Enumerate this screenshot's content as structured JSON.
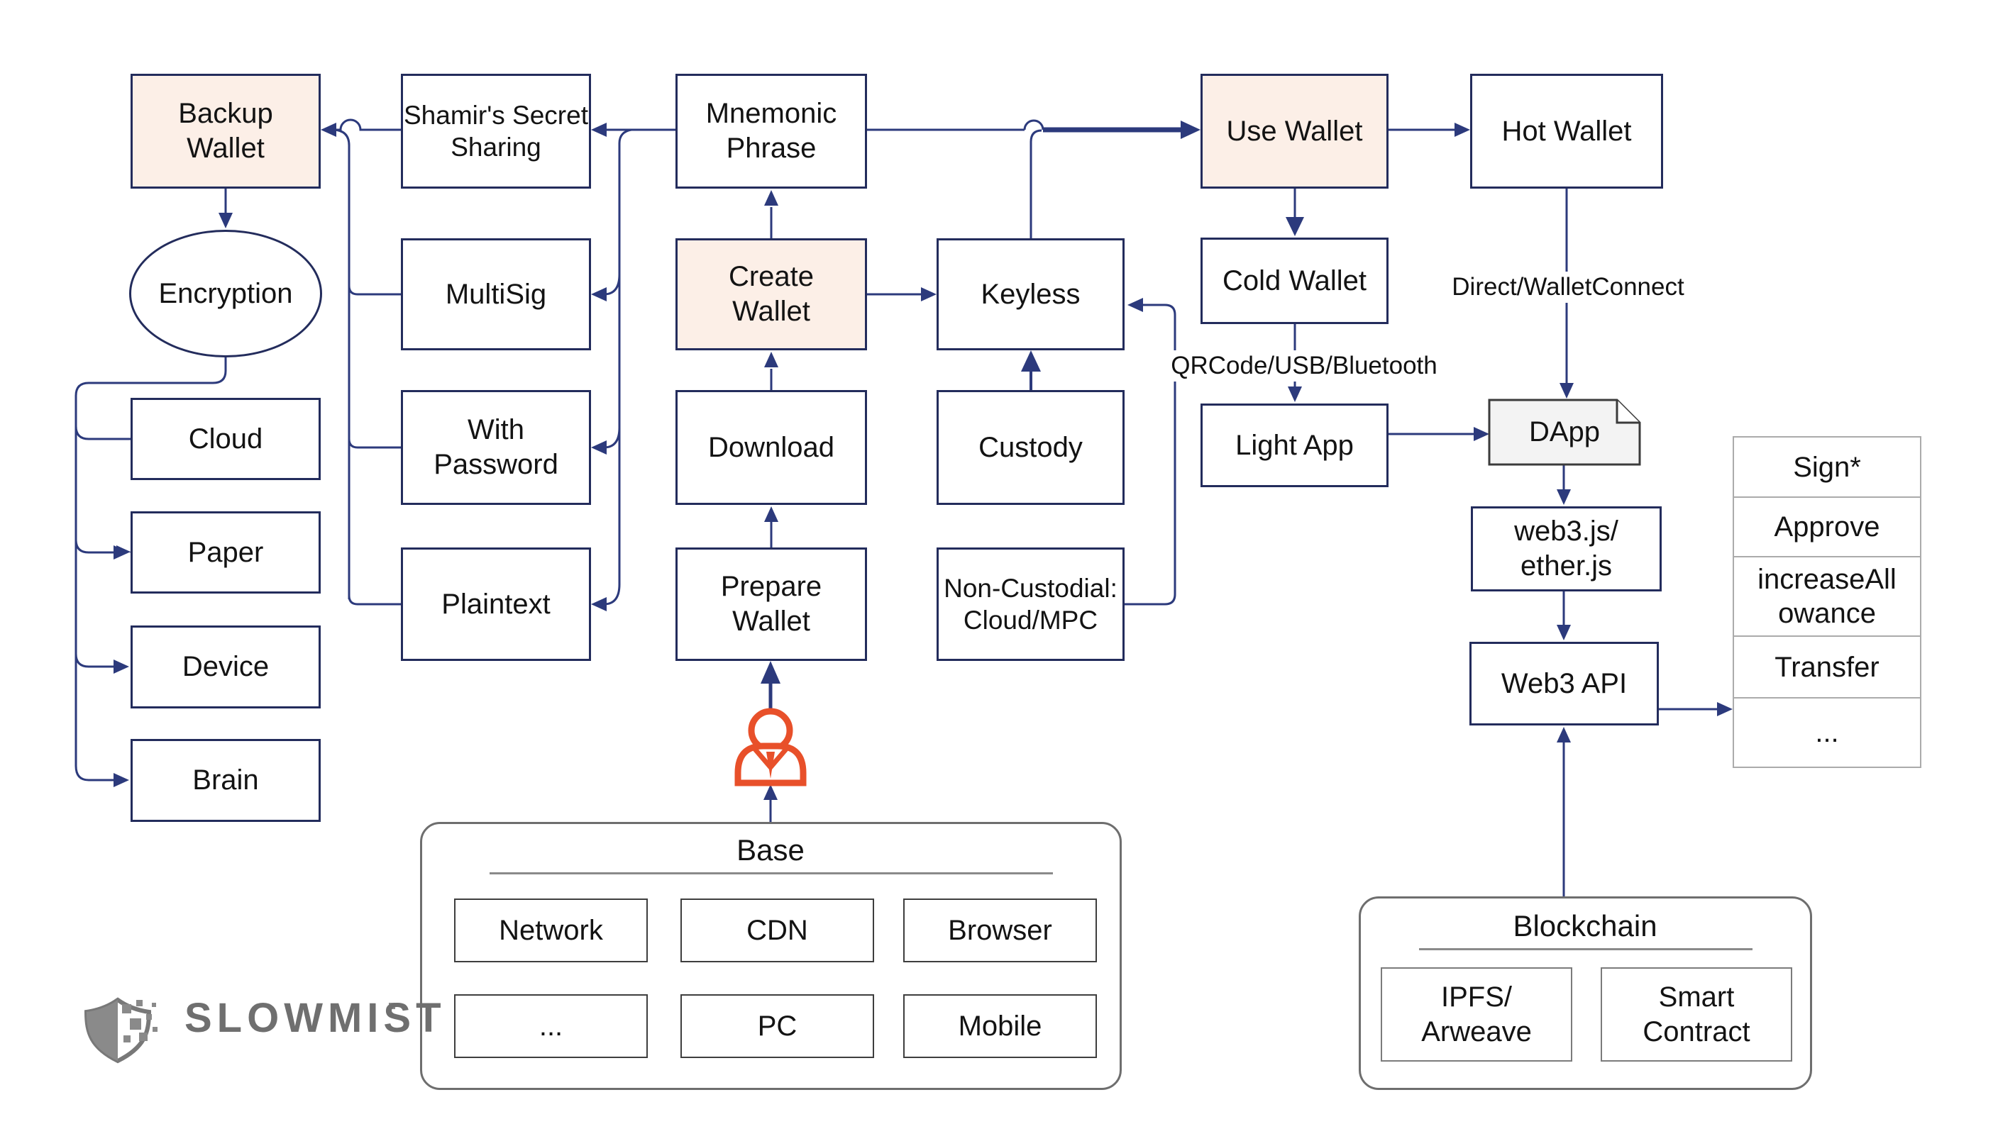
{
  "nodes": {
    "backup_wallet": {
      "label": "Backup\nWallet"
    },
    "shamir": {
      "label": "Shamir's Secret\nSharing"
    },
    "mnemonic": {
      "label": "Mnemonic\nPhrase"
    },
    "use_wallet": {
      "label": "Use Wallet"
    },
    "hot_wallet": {
      "label": "Hot Wallet"
    },
    "encryption": {
      "label": "Encryption"
    },
    "multisig": {
      "label": "MultiSig"
    },
    "create_wallet": {
      "label": "Create\nWallet"
    },
    "keyless": {
      "label": "Keyless"
    },
    "cold_wallet": {
      "label": "Cold Wallet"
    },
    "cloud": {
      "label": "Cloud"
    },
    "paper": {
      "label": "Paper"
    },
    "device": {
      "label": "Device"
    },
    "brain": {
      "label": "Brain"
    },
    "with_password": {
      "label": "With\nPassword"
    },
    "download": {
      "label": "Download"
    },
    "custody": {
      "label": "Custody"
    },
    "light_app": {
      "label": "Light App"
    },
    "dapp": {
      "label": "DApp"
    },
    "plaintext": {
      "label": "Plaintext"
    },
    "prepare_wallet": {
      "label": "Prepare\nWallet"
    },
    "non_custodial": {
      "label": "Non-Custodial:\nCloud/MPC"
    },
    "web3js": {
      "label": "web3.js/\nether.js"
    },
    "web3_api": {
      "label": "Web3 API"
    }
  },
  "edge_labels": {
    "hot_wallet_to_dapp": "Direct/WalletConnect",
    "cold_wallet_to_light_app": "QRCode/USB/Bluetooth"
  },
  "api_table": {
    "rows": [
      "Sign*",
      "Approve",
      "increaseAll\nowance",
      "Transfer",
      "..."
    ]
  },
  "base_group": {
    "title": "Base",
    "items": [
      "Network",
      "CDN",
      "Browser",
      "...",
      "PC",
      "Mobile"
    ]
  },
  "blockchain_group": {
    "title": "Blockchain",
    "items": [
      "IPFS/\nArweave",
      "Smart\nContract"
    ]
  },
  "logo": {
    "text": "SLOWMIST"
  },
  "colors": {
    "connector": "#2c3a7c",
    "node_border": "#232c5c",
    "highlight_fill": "#fcefe7",
    "person": "#e8502a",
    "group_border": "#6e6e6e",
    "table_border": "#ababab",
    "logo_gray": "#6f6f6f"
  }
}
